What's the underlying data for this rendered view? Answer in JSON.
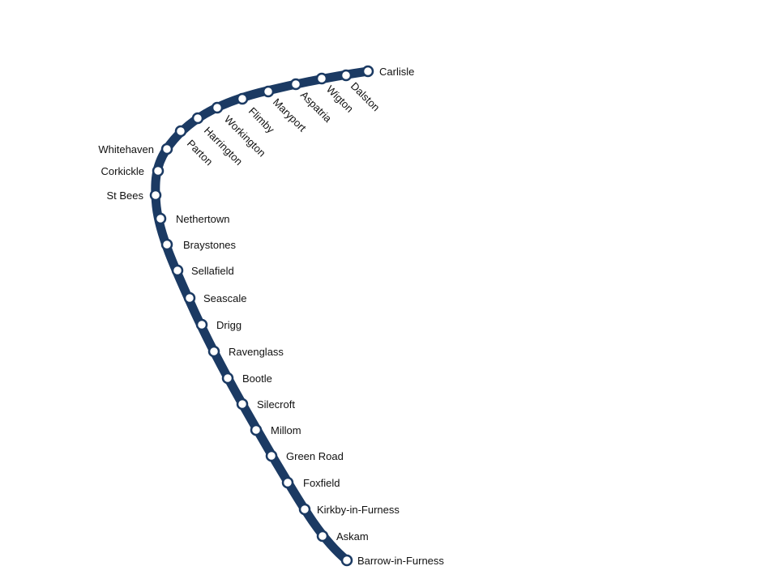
{
  "line_color": "#1b3a63",
  "stations": [
    "Carlisle",
    "Dalston",
    "Wigton",
    "Aspatria",
    "Maryport",
    "Flimby",
    "Workington",
    "Harrington",
    "Parton",
    "Whitehaven",
    "Corkickle",
    "St Bees",
    "Nethertown",
    "Braystones",
    "Sellafield",
    "Seascale",
    "Drigg",
    "Ravenglass",
    "Bootle",
    "Silecroft",
    "Millom",
    "Green Road",
    "Foxfield",
    "Kirkby-in-Furness",
    "Askam",
    "Barrow-in-Furness"
  ]
}
